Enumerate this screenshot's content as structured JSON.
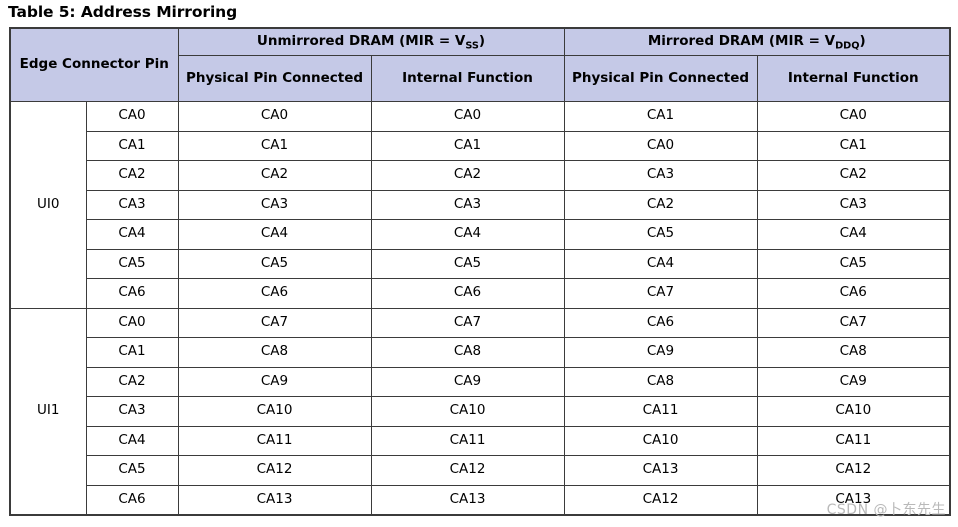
{
  "title": "Table 5: Address Mirroring",
  "watermark": "CSDN @卜东先生",
  "colors": {
    "header_fill": "#c5c9e7",
    "border": "#3b3b3b",
    "text": "#000000",
    "watermark": "#b9b9b9"
  },
  "header": {
    "edge_connector_pin": "Edge Connector Pin",
    "groups": [
      {
        "label_prefix": "Unmirrored DRAM (MIR = V",
        "label_sub": "SS",
        "label_suffix": ")",
        "full_label": "Unmirrored DRAM (MIR = VSS)"
      },
      {
        "label_prefix": "Mirrored DRAM (MIR = V",
        "label_sub": "DDQ",
        "label_suffix": ")",
        "full_label": "Mirrored DRAM (MIR = VDDQ)"
      }
    ],
    "sub_columns": [
      "Physical Pin Connected",
      "Internal Function",
      "Physical Pin Connected",
      "Internal Function"
    ]
  },
  "sections": [
    {
      "ui_label": "UI0",
      "rows": [
        {
          "edge_pin": "CA0",
          "unmirrored_physical": "CA0",
          "unmirrored_internal": "CA0",
          "mirrored_physical": "CA1",
          "mirrored_internal": "CA0"
        },
        {
          "edge_pin": "CA1",
          "unmirrored_physical": "CA1",
          "unmirrored_internal": "CA1",
          "mirrored_physical": "CA0",
          "mirrored_internal": "CA1"
        },
        {
          "edge_pin": "CA2",
          "unmirrored_physical": "CA2",
          "unmirrored_internal": "CA2",
          "mirrored_physical": "CA3",
          "mirrored_internal": "CA2"
        },
        {
          "edge_pin": "CA3",
          "unmirrored_physical": "CA3",
          "unmirrored_internal": "CA3",
          "mirrored_physical": "CA2",
          "mirrored_internal": "CA3"
        },
        {
          "edge_pin": "CA4",
          "unmirrored_physical": "CA4",
          "unmirrored_internal": "CA4",
          "mirrored_physical": "CA5",
          "mirrored_internal": "CA4"
        },
        {
          "edge_pin": "CA5",
          "unmirrored_physical": "CA5",
          "unmirrored_internal": "CA5",
          "mirrored_physical": "CA4",
          "mirrored_internal": "CA5"
        },
        {
          "edge_pin": "CA6",
          "unmirrored_physical": "CA6",
          "unmirrored_internal": "CA6",
          "mirrored_physical": "CA7",
          "mirrored_internal": "CA6"
        }
      ]
    },
    {
      "ui_label": "UI1",
      "rows": [
        {
          "edge_pin": "CA0",
          "unmirrored_physical": "CA7",
          "unmirrored_internal": "CA7",
          "mirrored_physical": "CA6",
          "mirrored_internal": "CA7"
        },
        {
          "edge_pin": "CA1",
          "unmirrored_physical": "CA8",
          "unmirrored_internal": "CA8",
          "mirrored_physical": "CA9",
          "mirrored_internal": "CA8"
        },
        {
          "edge_pin": "CA2",
          "unmirrored_physical": "CA9",
          "unmirrored_internal": "CA9",
          "mirrored_physical": "CA8",
          "mirrored_internal": "CA9"
        },
        {
          "edge_pin": "CA3",
          "unmirrored_physical": "CA10",
          "unmirrored_internal": "CA10",
          "mirrored_physical": "CA11",
          "mirrored_internal": "CA10"
        },
        {
          "edge_pin": "CA4",
          "unmirrored_physical": "CA11",
          "unmirrored_internal": "CA11",
          "mirrored_physical": "CA10",
          "mirrored_internal": "CA11"
        },
        {
          "edge_pin": "CA5",
          "unmirrored_physical": "CA12",
          "unmirrored_internal": "CA12",
          "mirrored_physical": "CA13",
          "mirrored_internal": "CA12"
        },
        {
          "edge_pin": "CA6",
          "unmirrored_physical": "CA13",
          "unmirrored_internal": "CA13",
          "mirrored_physical": "CA12",
          "mirrored_internal": "CA13"
        }
      ]
    }
  ]
}
